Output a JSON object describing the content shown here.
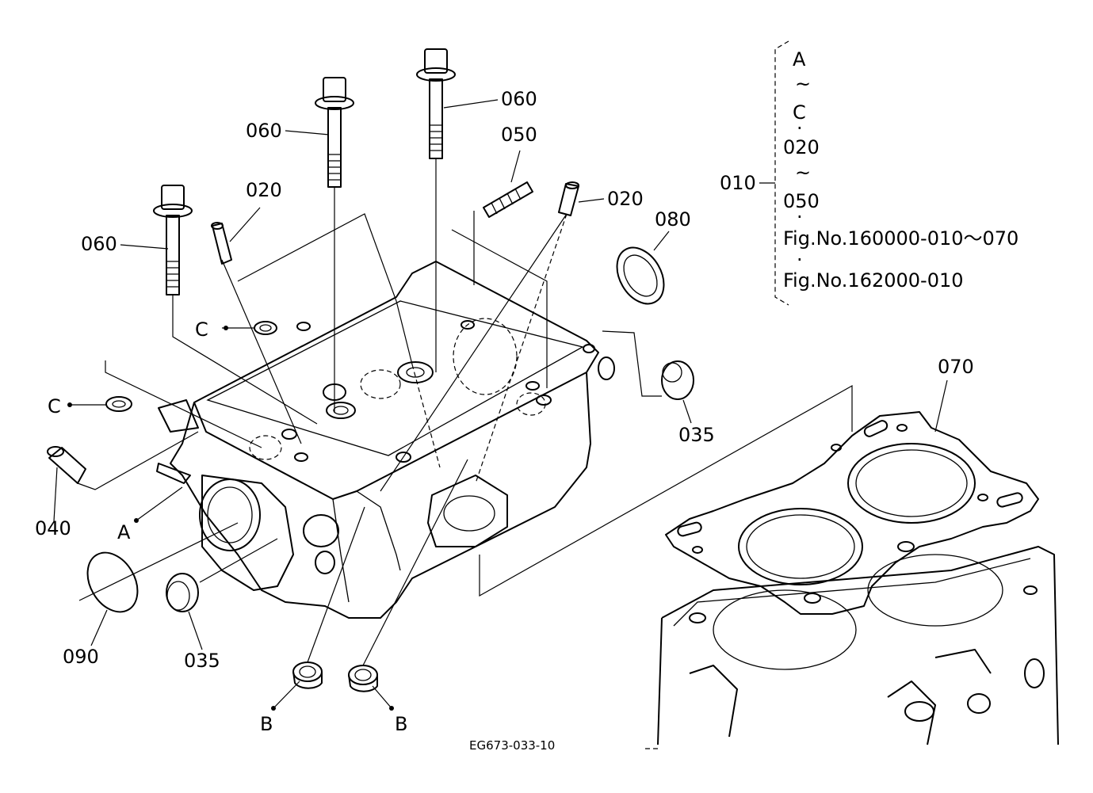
{
  "colors": {
    "ink": "#000000",
    "paper": "#ffffff"
  },
  "callouts": {
    "c060_left": "060",
    "c060_mid": "060",
    "c060_top": "060",
    "c050": "050",
    "c020_left": "020",
    "c020_right": "020",
    "c080": "080",
    "c010": "010",
    "c070": "070",
    "c035_right": "035",
    "c035_bottom": "035",
    "c040": "040",
    "c090": "090",
    "ref_c_upper": "C",
    "ref_c_lower": "C",
    "ref_a": "A",
    "ref_b_left": "B",
    "ref_b_right": "B"
  },
  "assembly_note": {
    "lines": [
      "A",
      "~",
      "C",
      "·",
      "020",
      "~",
      "050",
      "·",
      "Fig.No.160000-010～070",
      "·",
      "Fig.No.162000-010"
    ]
  },
  "figure_code": "EG673-033-10"
}
